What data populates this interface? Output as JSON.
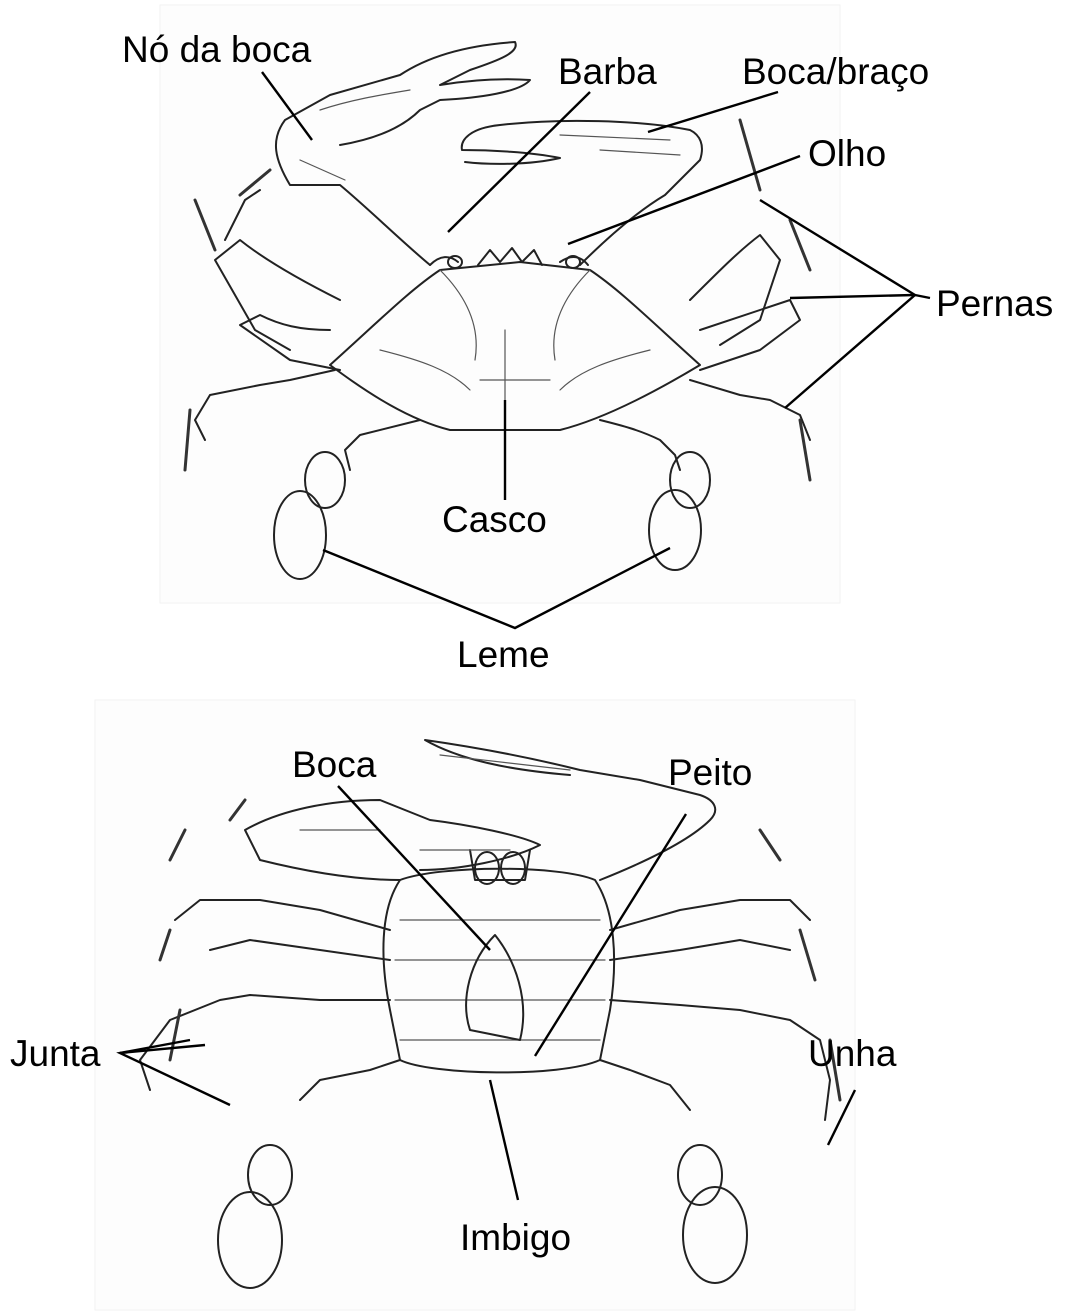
{
  "top_diagram": {
    "labels": {
      "no_da_boca": "Nó da boca",
      "barba": "Barba",
      "boca_braco": "Boca/braço",
      "olho": "Olho",
      "pernas": "Pernas",
      "casco": "Casco",
      "leme": "Leme"
    }
  },
  "bottom_diagram": {
    "labels": {
      "boca": "Boca",
      "peito": "Peito",
      "junta": "Junta",
      "unha": "Unha",
      "imbigo": "Imbigo"
    }
  }
}
